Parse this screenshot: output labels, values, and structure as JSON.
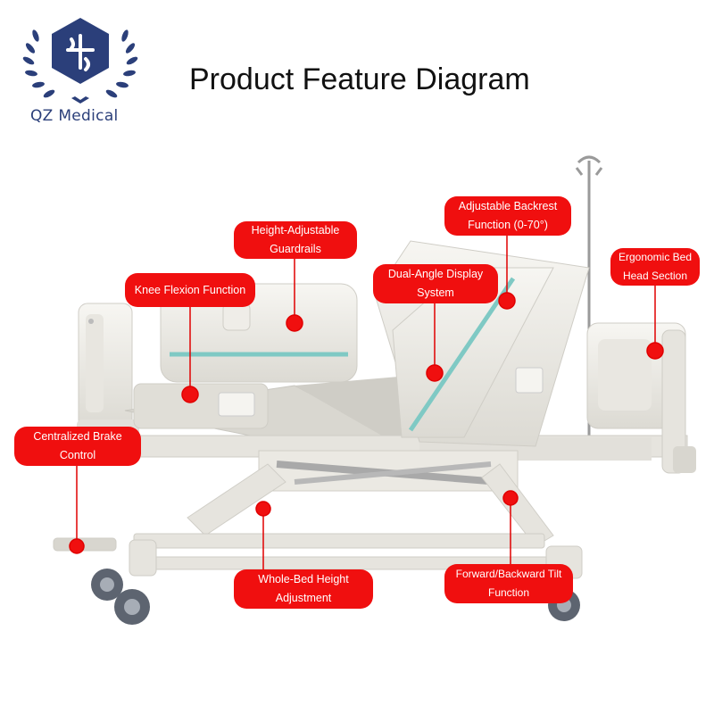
{
  "title": "Product Feature Diagram",
  "brand": {
    "name": "QZ Medical"
  },
  "colors": {
    "callout": "#f00f0f",
    "logo": "#2b3f7a",
    "bed_frame": "#eceae4",
    "accent_stripe": "#7fc9c4"
  },
  "callouts": {
    "height_guardrails": "Height-Adjustable Guardrails",
    "adjustable_backrest": "Adjustable Backrest Function (0-70°)",
    "knee_flexion": "Knee Flexion Function",
    "dual_angle_display": "Dual-Angle Display System",
    "ergonomic_head": "Ergonomic Bed Head Section",
    "centralized_brake": "Centralized Brake Control",
    "whole_bed_height": "Whole-Bed Height Adjustment",
    "tilt": "Forward/Backward Tilt Function"
  }
}
